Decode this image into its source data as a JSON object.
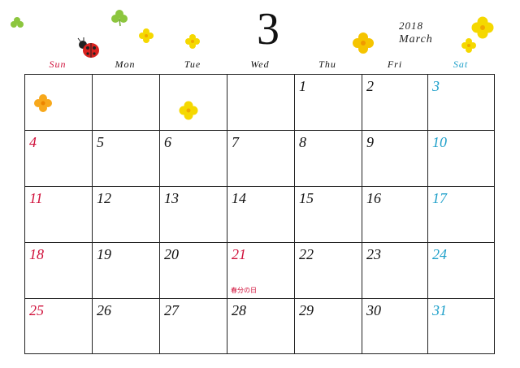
{
  "header": {
    "month_number": "3",
    "year": "2018",
    "month_name": "March"
  },
  "weekdays": [
    "Sun",
    "Mon",
    "Tue",
    "Wed",
    "Thu",
    "Fri",
    "Sat"
  ],
  "weeks": [
    [
      "",
      "",
      "",
      "",
      "1",
      "2",
      "3"
    ],
    [
      "4",
      "5",
      "6",
      "7",
      "8",
      "9",
      "10"
    ],
    [
      "11",
      "12",
      "13",
      "14",
      "15",
      "16",
      "17"
    ],
    [
      "18",
      "19",
      "20",
      "21",
      "22",
      "23",
      "24"
    ],
    [
      "25",
      "26",
      "27",
      "28",
      "29",
      "30",
      "31"
    ]
  ],
  "holidays": {
    "21": "春分の日"
  },
  "colors": {
    "sunday": "#d0103a",
    "saturday": "#1d9fc9",
    "text": "#111111",
    "grid": "#222222"
  },
  "decorations": [
    "green-clover-icon",
    "yellow-flower-icon",
    "orange-flower-icon",
    "ladybug-icon"
  ]
}
